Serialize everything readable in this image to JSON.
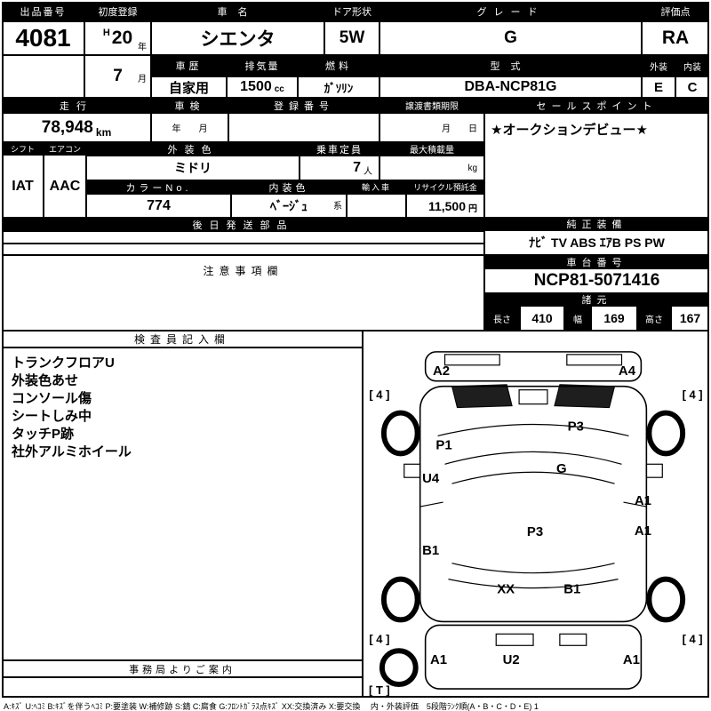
{
  "header": {
    "auction_no_label": "出品番号",
    "auction_no": "4081",
    "first_reg_label": "初度登録",
    "first_reg_era": "H",
    "first_reg_year": "20",
    "year_unit": "年",
    "first_reg_month": "7",
    "month_unit": "月",
    "car_name_label": "車名",
    "car_name": "シエンタ",
    "door_label": "ドア形状",
    "door": "5W",
    "grade_label": "グレード",
    "grade": "G",
    "score_label": "評価点",
    "score": "RA",
    "history_label": "車歴",
    "history": "自家用",
    "displacement_label": "排気量",
    "displacement": "1500",
    "displacement_unit": "cc",
    "fuel_label": "燃料",
    "fuel": "ｶﾞｿﾘﾝ",
    "model_label": "型式",
    "model": "DBA-NCP81G",
    "exterior_label": "外装",
    "interior_label": "内装",
    "exterior_grade": "E",
    "interior_grade": "C"
  },
  "status": {
    "mileage_label": "走行",
    "mileage": "78,948",
    "mileage_unit": "km",
    "inspection_label": "車検",
    "inspection_value": "年　　月",
    "registration_label": "登録番号",
    "transfer_label": "譲渡書類期限",
    "transfer_value": "月　　日",
    "sales_point_label": "セールスポイント",
    "sales_point": "★オークションデビュー★"
  },
  "details": {
    "shift_label": "シフト",
    "shift": "IAT",
    "aircon_label": "エアコン",
    "aircon": "AAC",
    "exterior_color_label": "外装色",
    "exterior_color": "ミドリ",
    "capacity_label": "乗車定員",
    "capacity": "7",
    "capacity_unit": "人",
    "payload_label": "最大積載量",
    "payload_unit": "kg",
    "color_no_label": "カラーNo.",
    "color_no": "774",
    "interior_color_label": "内装色",
    "interior_color": "ﾍﾞｰｼﾞｭ",
    "interior_color_suffix": "系",
    "import_label": "輸入車",
    "recycle_label": "リサイクル預託金",
    "recycle_amount": "11,500",
    "recycle_unit": "円"
  },
  "middle": {
    "later_parts_label": "後日発送部品",
    "equipment_label": "純正装備",
    "equipment": "ﾅﾋﾞ TV ABS ｴｱB PS PW",
    "caution_label": "注意事項欄",
    "chassis_label": "車台番号",
    "chassis_no": "NCP81-5071416",
    "specs_label": "諸元",
    "length_label": "長さ",
    "length": "410",
    "width_label": "幅",
    "width": "169",
    "height_label": "高さ",
    "height": "167"
  },
  "inspector": {
    "title": "検査員記入欄",
    "notes": [
      "トランクフロアU",
      "外装色あせ",
      "コンソール傷",
      "シートしみ中",
      "タッチP跡",
      "社外アルミホイール"
    ],
    "office_title": "事務局よりご案内"
  },
  "diagram": {
    "marks": {
      "front_left": "A2",
      "front_right": "A4",
      "wheel_front_left": "[ 4 ]",
      "wheel_front_right": "[ 4 ]",
      "wheel_rear_left": "[ 4 ]",
      "wheel_rear_right": "[ 4 ]",
      "fender_front_left": "P1",
      "hood": "P3",
      "door_front_left": "U4",
      "windshield": "G",
      "side_right_upper": "A1",
      "side_right_lower": "A1",
      "door_rear_left": "B1",
      "roof": "P3",
      "rear_left": "XX",
      "rear_center": "B1",
      "rear_bumper": "U2",
      "rear_corner_left": "A1",
      "rear_corner_right": "A1",
      "spare_tire": "[ T ]"
    }
  },
  "legend": "A:ｷｽﾞ U:ﾍｺﾐ B:ｷｽﾞを伴うﾍｺﾐ P:要塗装 W:補修跡 S:錆 C:腐食 G:ﾌﾛﾝﾄｶﾞﾗｽ点ｷｽﾞ XX:交換済み X:要交換　 内・外装評価　5段階ﾗﾝｸ順(A・B・C・D・E)  1"
}
